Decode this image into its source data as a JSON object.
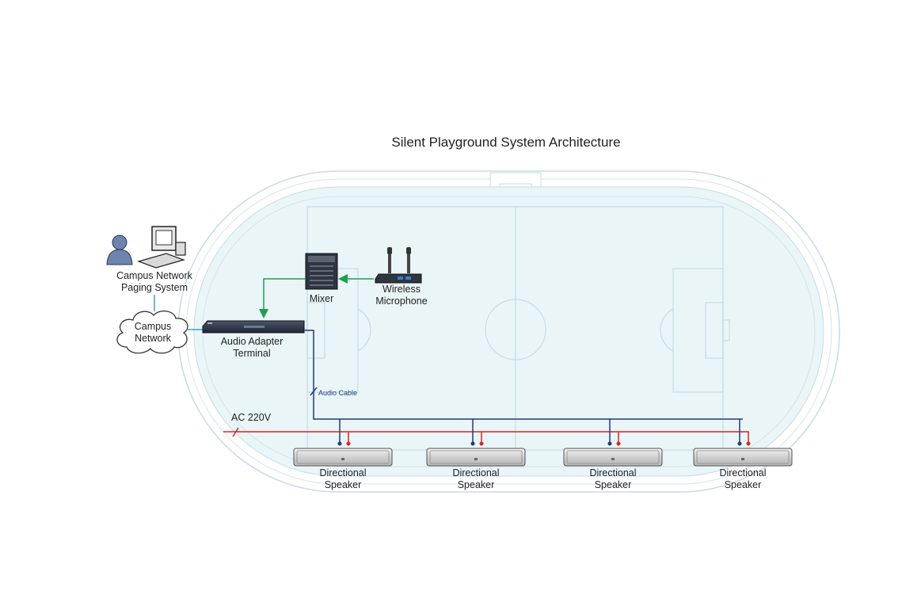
{
  "title": "Silent Playground System Architecture",
  "nodes": {
    "paging_system": {
      "line1": "Campus Network",
      "line2": "Paging System"
    },
    "campus_network": {
      "line1": "Campus",
      "line2": "Network"
    },
    "audio_adapter": {
      "line1": "Audio Adapter",
      "line2": "Terminal"
    },
    "mixer": {
      "label": "Mixer"
    },
    "wireless_mic": {
      "line1": "Wireless",
      "line2": "Microphone"
    },
    "speakers": [
      {
        "line1": "Directional",
        "line2": "Speaker"
      },
      {
        "line1": "Directional",
        "line2": "Speaker"
      },
      {
        "line1": "Directional",
        "line2": "Speaker"
      },
      {
        "line1": "Directional",
        "line2": "Speaker"
      }
    ]
  },
  "cables": {
    "audio_cable": "Audio Cable",
    "power": "AC 220V"
  },
  "colors": {
    "field_fill": "#eaf5f8",
    "field_line": "#c5dce4",
    "audio_line": "#1f3a7a",
    "power_line": "#e02020",
    "signal_line": "#1aa050",
    "network_line": "#3aa0d0"
  }
}
